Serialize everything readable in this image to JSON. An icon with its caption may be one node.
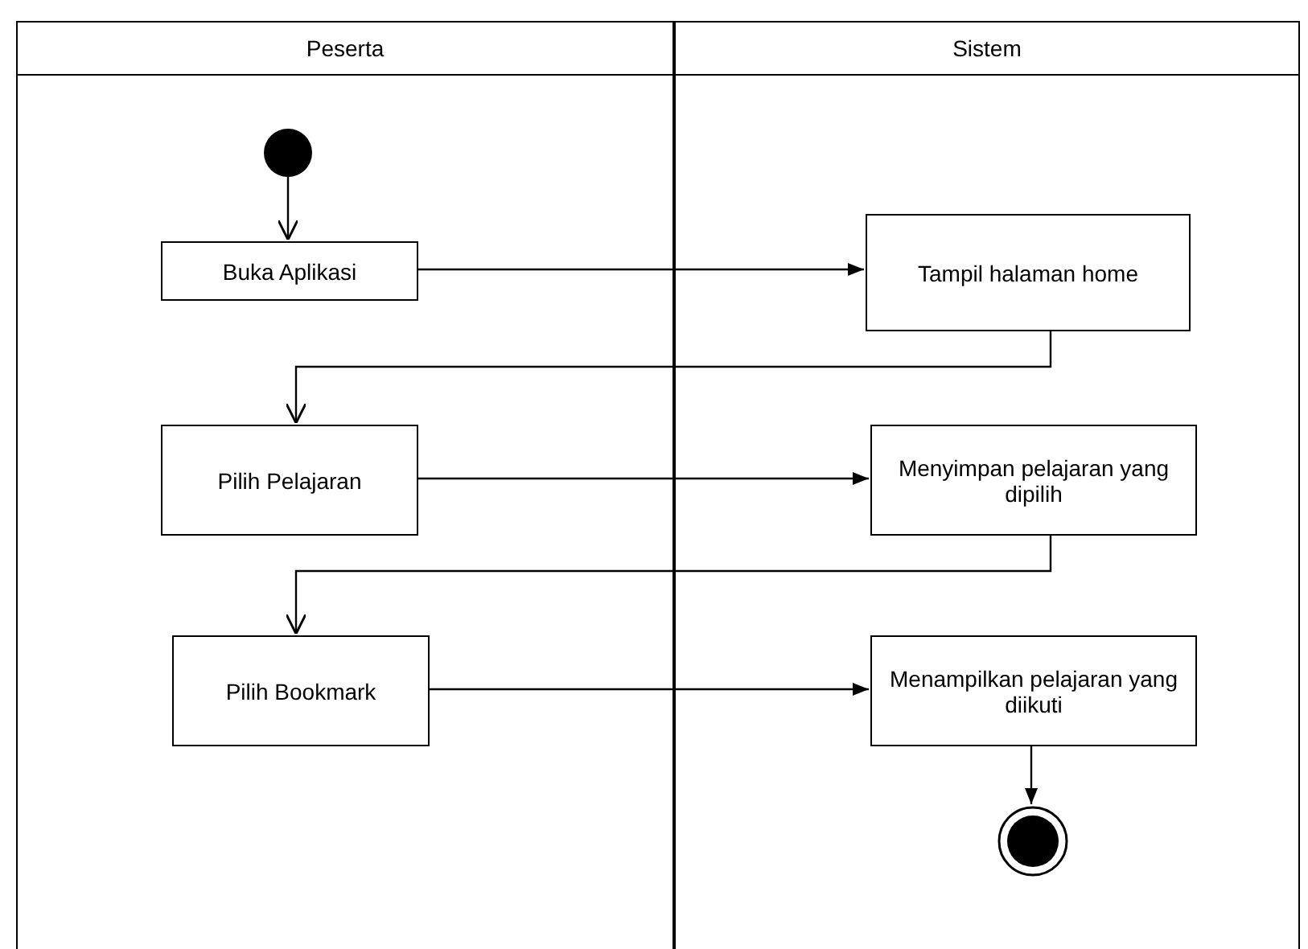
{
  "diagram": {
    "nodes": [
      {
        "text": [
          "Peserta"
        ]
      },
      {
        "text": [
          "Sistem"
        ]
      },
      {
        "text": [],
        "shape": "circle",
        "in": 0
      },
      {
        "text": [
          "Buka Aplikasi"
        ],
        "in": 0
      },
      {
        "text": [
          "Tampil halaman home"
        ],
        "in": 1
      },
      {
        "text": [
          "Pilih Pelajaran"
        ],
        "in": 0
      },
      {
        "text": [
          "Menyimpan pelajaran yang dipilih"
        ],
        "in": 1
      },
      {
        "text": [
          "Pilih Bookmark"
        ],
        "in": 0
      },
      {
        "text": [
          "Menampilkan pelajaran yang diikuti"
        ],
        "in": 1
      },
      {
        "text": [],
        "shape": "bullseye",
        "in": 1
      }
    ],
    "edges": [
      {
        "from": 2,
        "to": 3,
        "arrow": "to"
      },
      {
        "from": 3,
        "to": 4,
        "arrow": "to"
      },
      {
        "from": 4,
        "to": 5,
        "arrow": "to"
      },
      {
        "from": 5,
        "to": 6,
        "arrow": "to"
      },
      {
        "from": 6,
        "to": 7,
        "arrow": "to"
      },
      {
        "from": 7,
        "to": 8,
        "arrow": "to"
      },
      {
        "from": 8,
        "to": 9,
        "arrow": "to"
      }
    ]
  }
}
